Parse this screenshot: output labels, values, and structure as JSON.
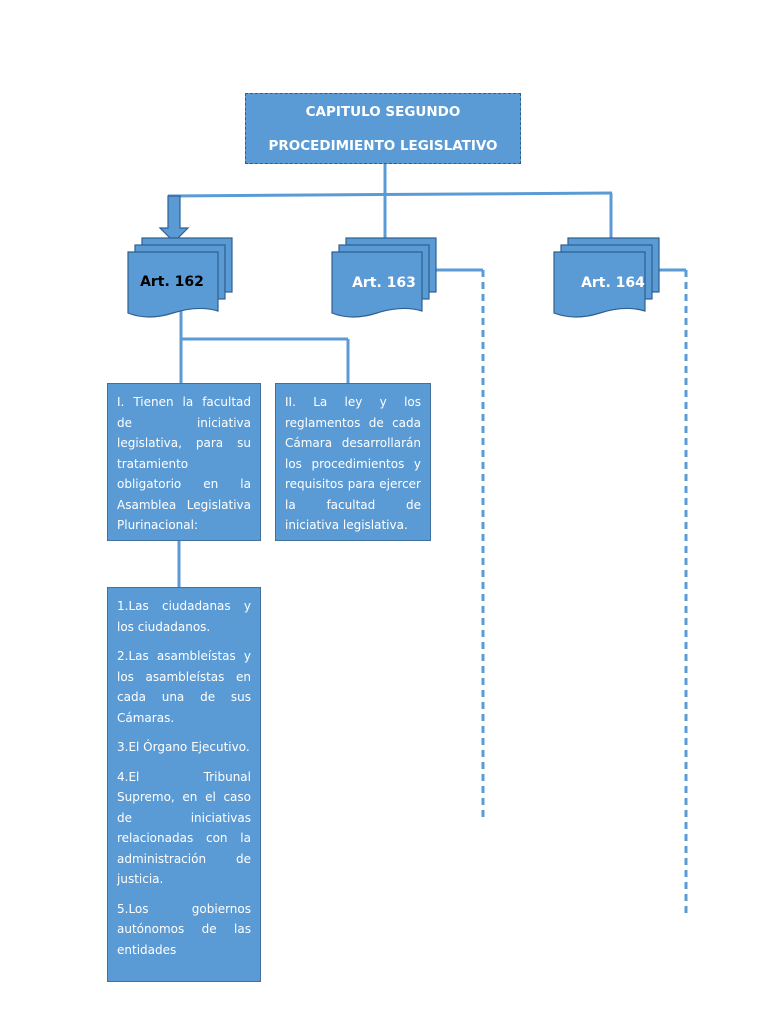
{
  "title_box": {
    "line1": "CAPITULO SEGUNDO",
    "line2": "PROCEDIMIENTO LEGISLATIVO"
  },
  "articles": [
    {
      "label": "Art. 162"
    },
    {
      "label": "Art. 163"
    },
    {
      "label": "Art. 164"
    }
  ],
  "art162": {
    "paragraph_i": "I. Tienen la facultad de iniciativa legislativa, para su tratamiento obligatorio en la Asamblea Legislativa Plurinacional:",
    "paragraph_ii": "II. La ley y los reglamentos de cada Cámara desarrollarán los procedimientos y requisitos para ejercer la facultad de iniciativa legislativa.",
    "list": [
      "1.Las ciudadanas y los ciudadanos.",
      "2.Las asambleístas y los asambleístas en cada una de sus Cámaras.",
      "3.El Órgano Ejecutivo.",
      "4.El Tribunal Supremo, en el caso de iniciativas relacionadas con la administración de justicia.",
      "5.Los gobiernos autónomos de las entidades"
    ]
  },
  "colors": {
    "box_fill": "#5b9bd5",
    "box_border": "#41719c",
    "connector": "#5b9bd5",
    "doc_stroke": "#2f5f8f"
  }
}
